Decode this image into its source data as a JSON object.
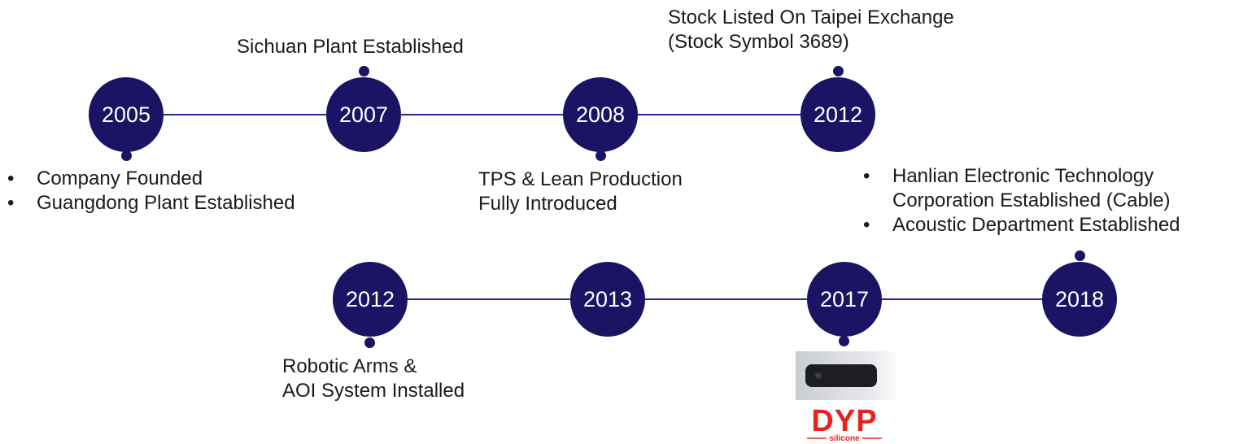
{
  "colors": {
    "node": "#1b1464",
    "line": "#2a2a8c",
    "logo_red": "#e8231f"
  },
  "row1": {
    "years": [
      "2005",
      "2007",
      "2008",
      "2012"
    ],
    "label_2007": "Sichuan Plant Established",
    "label_2012_lines": [
      "Stock Listed On Taipei Exchange",
      "(Stock Symbol 3689)"
    ],
    "bullets_2005": [
      "Company Founded",
      "Guangdong Plant Established"
    ],
    "label_2008_lines": [
      "TPS & Lean Production",
      "Fully Introduced"
    ]
  },
  "row2": {
    "years": [
      "2012",
      "2013",
      "2017",
      "2018"
    ],
    "bullets_2018": [
      "Hanlian Electronic  Technology",
      "Corporation Established (Cable)",
      "Acoustic Department Established"
    ],
    "label_2012_lines": [
      "Robotic Arms &",
      "AOI System Installed"
    ]
  },
  "logo": {
    "brand": "DYP",
    "sub": "silicone"
  }
}
